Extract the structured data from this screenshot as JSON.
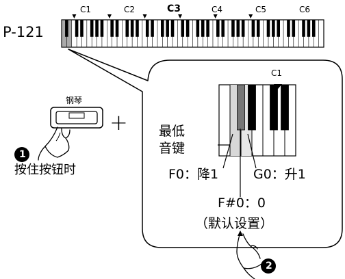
{
  "model_label": "P-121",
  "octave_labels": [
    "C1",
    "C2",
    "C3",
    "C4",
    "C5",
    "C6"
  ],
  "zoom_octave_label": "C1",
  "piano_button_label": "钢琴",
  "plus_sign": "+",
  "steps": [
    "1",
    "2"
  ],
  "instruction": "按住按钮时",
  "lowest_key_label": [
    "最低",
    "音键"
  ],
  "f0_label": "F0：降1",
  "g0_label": "G0：升1",
  "fsharp0_label": "F#0：0",
  "default_label": "（默认设置）",
  "colors": {
    "highlight_gray": "#aaaaaa",
    "dark_gray": "#777777",
    "line": "#000000"
  }
}
